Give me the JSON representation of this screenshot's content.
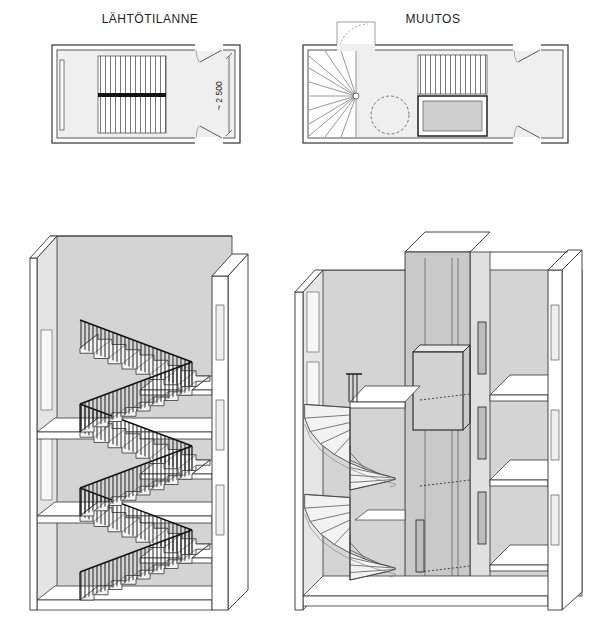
{
  "diagram": {
    "labels": [
      "LÄHTÖTILANNE",
      "MUUTOS",
      "~ 2 500"
    ]
  }
}
